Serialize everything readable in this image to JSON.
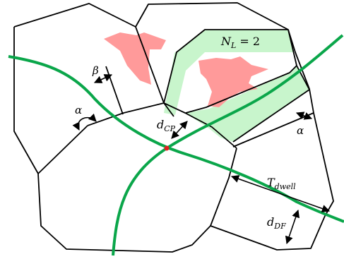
{
  "labels": {
    "lanes": {
      "base": "N",
      "sub": "L",
      "rest": " = 2"
    },
    "beta": "β",
    "alpha_left": "α",
    "alpha_right": "α",
    "d_cp": {
      "base": "d",
      "sub": "CP"
    },
    "t_dwell": {
      "base": "T",
      "sub": "dwell"
    },
    "d_df": {
      "base": "d",
      "sub": "DF"
    }
  },
  "colors": {
    "path": "#0aa64a",
    "lane_fill": "#c8f5cc",
    "obstacle": "#ff9a9a",
    "cell_stroke": "#000000",
    "crossing_point": "#e02020"
  }
}
